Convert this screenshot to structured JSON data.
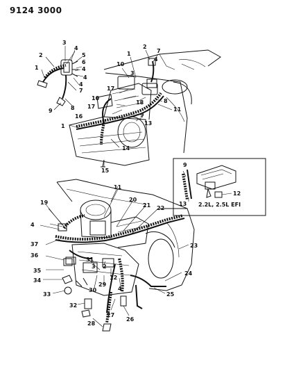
{
  "header": {
    "doc_number": "9124 3000"
  },
  "inset": {
    "caption": "2.2L, 2.5L EFI"
  },
  "callouts": {
    "c1": "1",
    "c2": "2",
    "c3": "3",
    "c4": "4",
    "c5": "5",
    "c6": "6",
    "c7": "7",
    "c8": "8",
    "c9": "9",
    "c10": "10",
    "c11": "11",
    "c12": "12",
    "c13": "13",
    "c14": "14",
    "c15": "15",
    "c16": "16",
    "c17": "17",
    "c18": "18",
    "c19": "19",
    "c20": "20",
    "c21": "21",
    "c22": "22",
    "c23": "23",
    "c24": "24",
    "c25": "25",
    "c26": "26",
    "c27": "27",
    "c28": "28",
    "c29": "29",
    "c30": "30",
    "c31": "31",
    "c32": "32",
    "c33": "33",
    "c34": "34",
    "c35": "35",
    "c36": "36",
    "c37": "37"
  }
}
